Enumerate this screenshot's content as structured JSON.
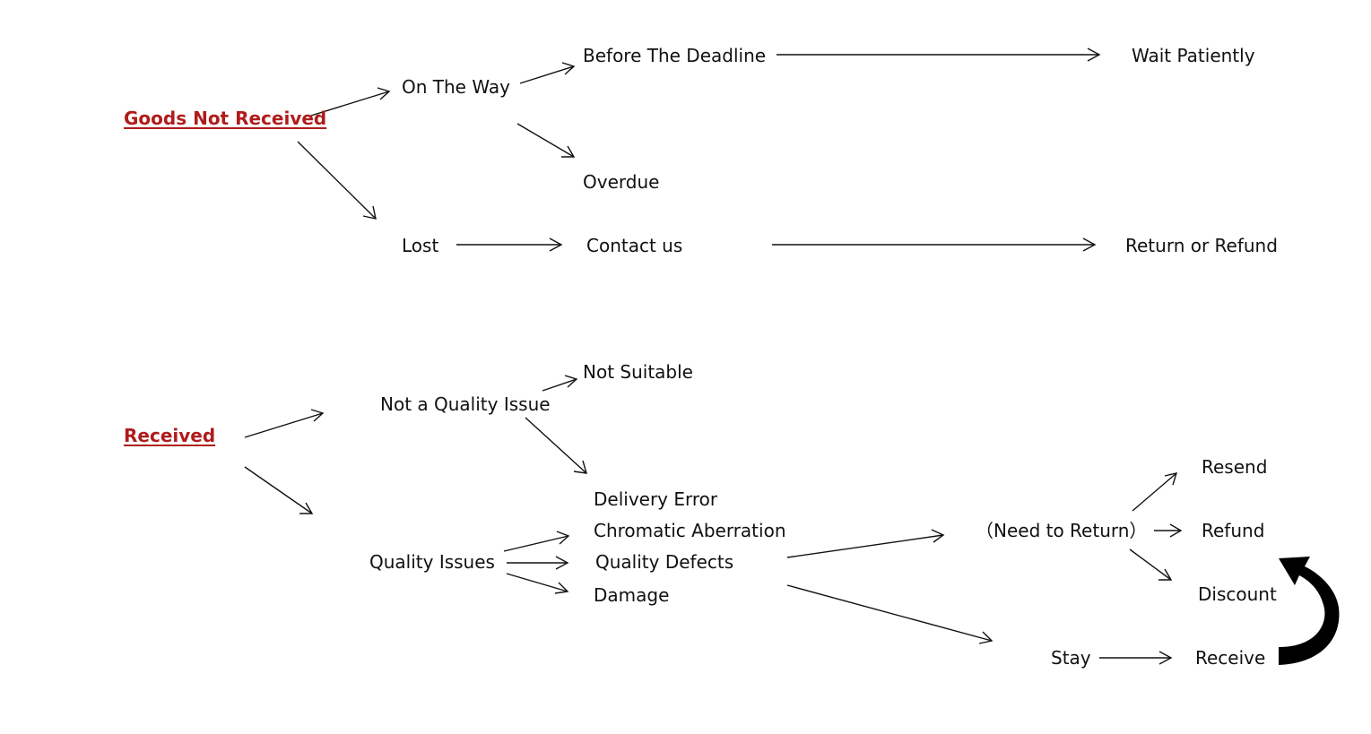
{
  "colors": {
    "heading": "#b01c1c",
    "text": "#111111",
    "line": "#111111",
    "background": "#ffffff"
  },
  "sections": {
    "goods_not_received": {
      "title": "Goods Not Received",
      "on_the_way": "On The Way",
      "before_deadline": "Before The Deadline",
      "wait_patiently": "Wait Patiently",
      "overdue": "Overdue",
      "lost": "Lost",
      "contact_us": "Contact us",
      "return_or_refund": "Return or Refund"
    },
    "received": {
      "title": "Received",
      "not_quality_issue": "Not a Quality Issue",
      "not_suitable": "Not Suitable",
      "quality_issues": "Quality Issues",
      "delivery_error": "Delivery Error",
      "chromatic_aberration": "Chromatic Aberration",
      "quality_defects": "Quality Defects",
      "damage": "Damage",
      "need_to_return": "（Need to Return）",
      "resend": "Resend",
      "refund": "Refund",
      "discount": "Discount",
      "stay": "Stay",
      "receive": "Receive"
    }
  }
}
